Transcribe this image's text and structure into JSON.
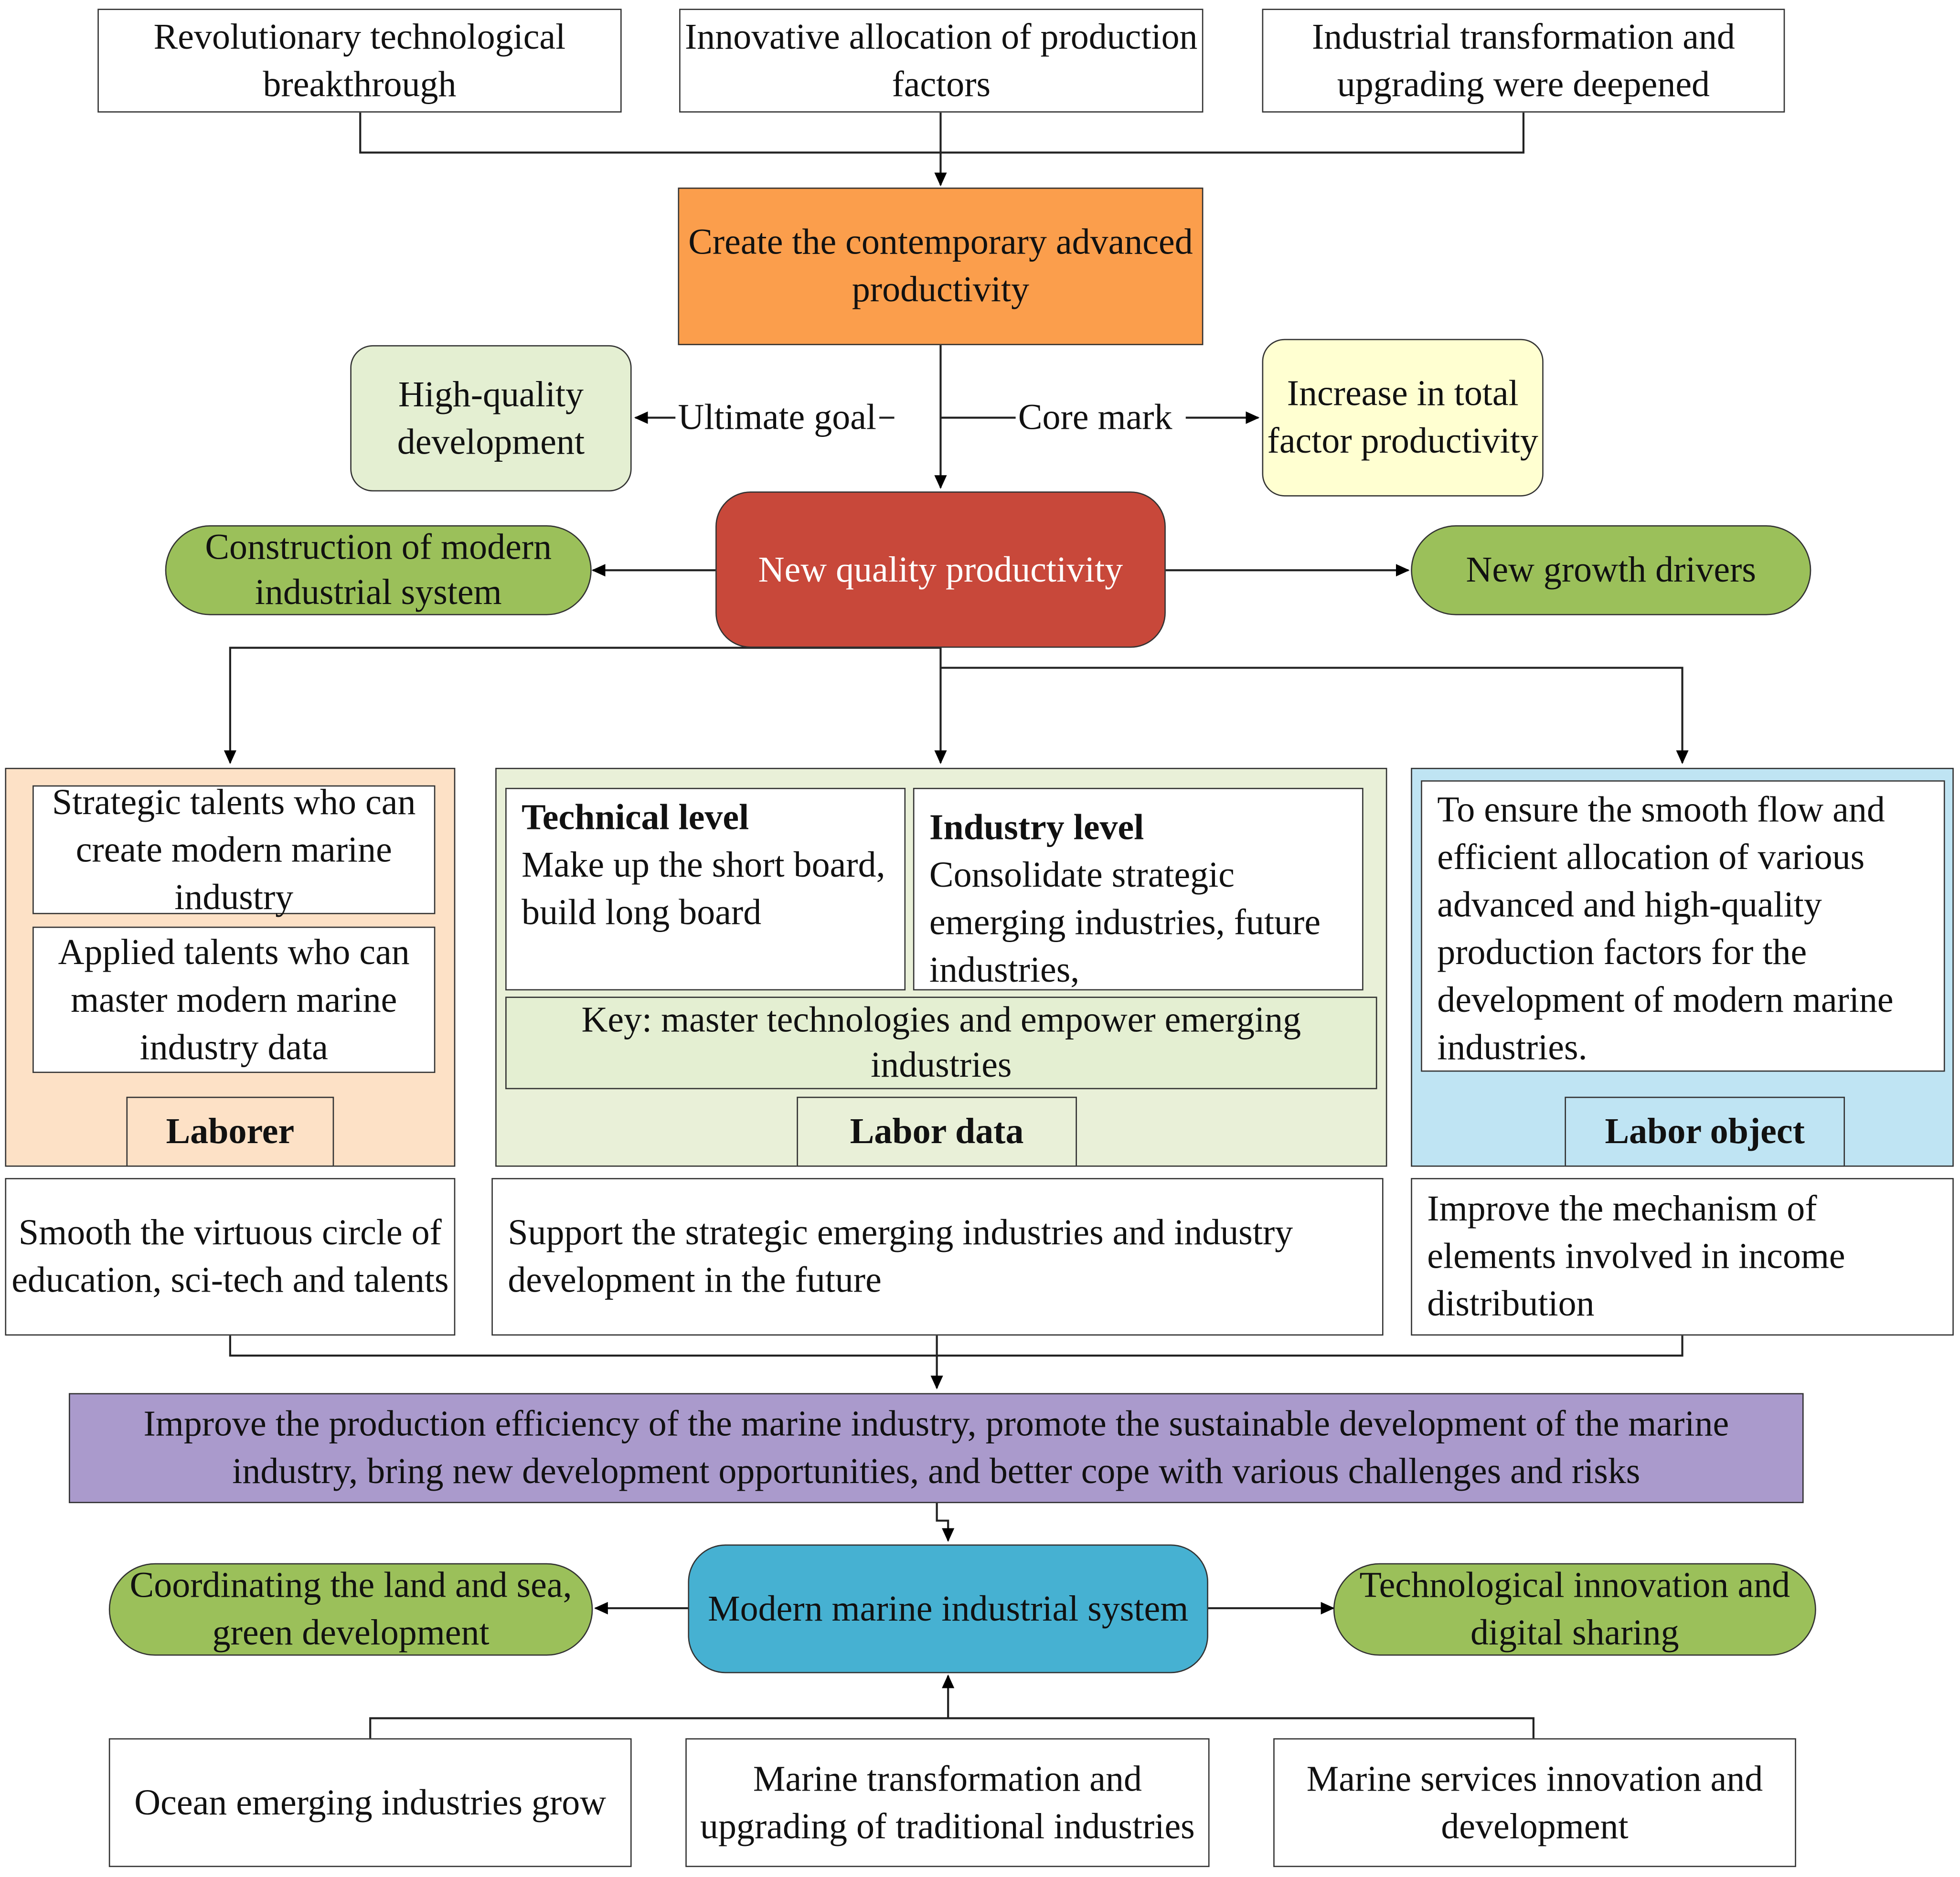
{
  "top": {
    "box1": "Revolutionary technological breakthrough",
    "box2": "Innovative allocation of production factors",
    "box3": "Industrial transformation and upgrading were deepened"
  },
  "center": {
    "advanced": "Create the contemporary advanced productivity",
    "high_quality": "High-quality development",
    "ultimate_goal": "Ultimate goal",
    "core_mark": "Core mark",
    "tfp": "Increase in total factor productivity",
    "nqp": "New quality productivity",
    "modern_system": "Construction of modern industrial system",
    "growth_drivers": "New growth drivers"
  },
  "laborer": {
    "item1": "Strategic talents who can create modern marine industry",
    "item2": "Applied talents who can master modern marine industry data",
    "title": "Laborer",
    "below": "Smooth the virtuous circle of education, sci-tech and talents"
  },
  "labor_data": {
    "tech_title": "Technical level",
    "tech_body": "Make up the short board, build long board",
    "industry_title": "Industry level",
    "industry_body": "Consolidate strategic emerging industries, future industries,",
    "key": "Key: master technologies and empower emerging industries",
    "title": "Labor data",
    "below": "Support the strategic emerging industries and industry development in the future"
  },
  "labor_object": {
    "body": "To ensure the smooth flow and efficient allocation of various advanced and high-quality production factors for the development of modern marine industries.",
    "title": "Labor object",
    "below": "Improve the mechanism of elements involved in income distribution"
  },
  "improve": "Improve the production efficiency of the marine industry, promote the sustainable development of the marine industry, bring new development opportunities, and better cope with various challenges and risks",
  "bottom": {
    "system": "Modern marine industrial system",
    "coordinating": "Coordinating the land and sea, green development",
    "tech_innovation": "Technological innovation and digital sharing",
    "emerging": "Ocean emerging industries grow",
    "traditional": "Marine transformation and upgrading of traditional industries",
    "services": "Marine services innovation and development"
  }
}
